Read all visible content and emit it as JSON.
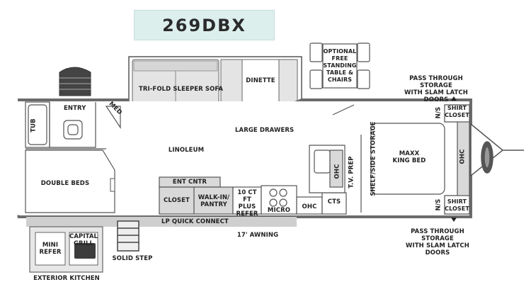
{
  "title": "269DBX",
  "labels": {
    "optional_table": "OPTIONAL\nFREE\nSTANDING\nTABLE &\nCHAIRS",
    "trifold_sofa": "TRI-FOLD SLEEPER SOFA",
    "dinette": "DINETTE",
    "large_drawers": "LARGE DRAWERS",
    "entry": "ENTRY",
    "med": "MED",
    "tub": "TUB",
    "linoleum": "LINOLEUM",
    "double_beds": "DOUBLE BEDS",
    "ent_cntr": "ENT CNTR",
    "closet": "CLOSET",
    "walk_in_pantry": "WALK-IN/\nPANTRY",
    "refer_10ct": "10 CT FT\nPLUS\nREFER",
    "micro": "MICRO",
    "ohc_kitchen": "OHC",
    "cts": "CTS",
    "ohc_vertical": "OHC",
    "tv_prep": "T.V. PREP",
    "shelf_side_storage": "SHELF/SIDE STORAGE",
    "maxx_king_bed": "MAXX\nKING BED",
    "ohc_bedroom": "OHC",
    "ns_top": "N/S",
    "ns_bottom": "N/S",
    "shirt_closet_top": "SHIRT\nCLOSET",
    "shirt_closet_bottom": "SHIRT\nCLOSET",
    "pass_through_top": "PASS THROUGH STORAGE\nWITH SLAM LATCH DOORS",
    "pass_through_bottom": "PASS THROUGH STORAGE\nWITH SLAM LATCH DOORS",
    "lp_quick_connect": "LP QUICK CONNECT",
    "awning": "17' AWNING",
    "mini_refer": "MINI\nREFER",
    "capital_grill": "CAPITAL\nGRILL",
    "exterior_kitchen": "EXTERIOR KITCHEN",
    "solid_step": "SOLID STEP"
  },
  "colors": {
    "title_bg": "#dcefed",
    "wall": "#6b6b6b",
    "fill_gray": "#d9d9d9",
    "awning_gray": "#cfcfcf"
  }
}
